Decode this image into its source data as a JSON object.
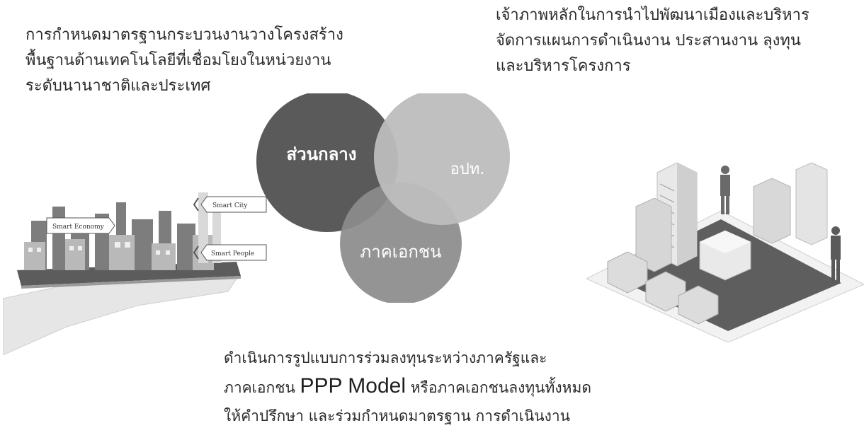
{
  "texts": {
    "top_left": [
      "การกำหนดมาตรฐานกระบวนงานวางโครงสร้าง",
      "พื้นฐานด้านเทคโนโลยีที่เชื่อมโยงในหน่วยงาน",
      "ระดับนานาชาติและประเทศ"
    ],
    "top_right": [
      "เจ้าภาพหลักในการนำไปพัฒนาเมืองและบริหาร",
      "จัดการแผนการดำเนินงาน ประสานงาน ลุงทุน",
      "และบริหารโครงการ"
    ],
    "bottom_line1": "ดำเนินการรูปแบบการร่วมลงทุนระหว่างภาครัฐและ",
    "bottom_line2_pre": "ภาคเอกชน ",
    "bottom_line2_emph": "PPP Model",
    "bottom_line2_post": " หรือภาคเอกชนลงทุนทั้งหมด",
    "bottom_line3": "ให้คำปรึกษา และร่วมกำหนดมาตรฐาน การดำเนินงาน"
  },
  "venn": {
    "central": "ส่วนกลาง",
    "local": "อปท.",
    "private": "ภาคเอกชน",
    "colors": {
      "central": "#5a5a5a",
      "local": "#bdbdbd",
      "private": "#8c8c8c"
    }
  },
  "illustration_left": {
    "labels": [
      "Smart City",
      "Smart Economy",
      "Smart People"
    ]
  }
}
